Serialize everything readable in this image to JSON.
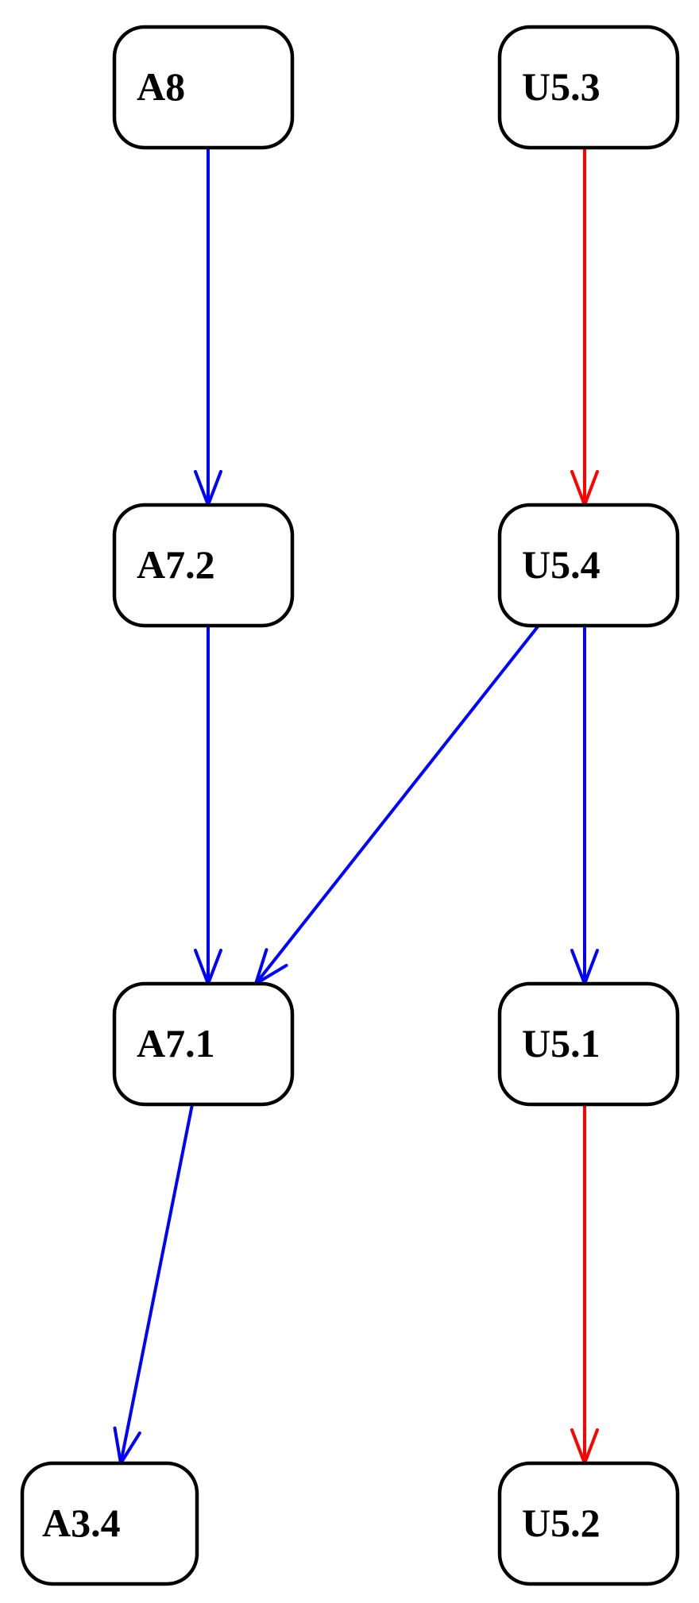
{
  "nodes": [
    {
      "id": "A8",
      "label": "A8"
    },
    {
      "id": "U5.3",
      "label": "U5.3"
    },
    {
      "id": "A7.2",
      "label": "A7.2"
    },
    {
      "id": "U5.4",
      "label": "U5.4"
    },
    {
      "id": "A7.1",
      "label": "A7.1"
    },
    {
      "id": "U5.1",
      "label": "U5.1"
    },
    {
      "id": "A3.4",
      "label": "A3.4"
    },
    {
      "id": "U5.2",
      "label": "U5.2"
    }
  ],
  "edges": [
    {
      "from": "A8",
      "to": "A7.2",
      "color": "#0000ff"
    },
    {
      "from": "U5.3",
      "to": "U5.4",
      "color": "#ff0000"
    },
    {
      "from": "A7.2",
      "to": "A7.1",
      "color": "#0000ff"
    },
    {
      "from": "U5.4",
      "to": "A7.1",
      "color": "#0000ff"
    },
    {
      "from": "U5.4",
      "to": "U5.1",
      "color": "#0000ff"
    },
    {
      "from": "A7.1",
      "to": "A3.4",
      "color": "#0000ff"
    },
    {
      "from": "U5.1",
      "to": "U5.2",
      "color": "#ff0000"
    }
  ]
}
